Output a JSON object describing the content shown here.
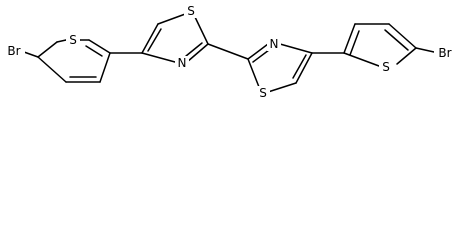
{
  "structure": {
    "atoms": [
      {
        "id": "br1",
        "symbol": "Br"
      },
      {
        "id": "s_t1",
        "symbol": "S"
      },
      {
        "id": "s_z1",
        "symbol": "S"
      },
      {
        "id": "n_z1",
        "symbol": "N"
      },
      {
        "id": "n_z2",
        "symbol": "N"
      },
      {
        "id": "s_z2",
        "symbol": "S"
      },
      {
        "id": "s_t2",
        "symbol": "S"
      },
      {
        "id": "br2",
        "symbol": "Br"
      }
    ]
  }
}
